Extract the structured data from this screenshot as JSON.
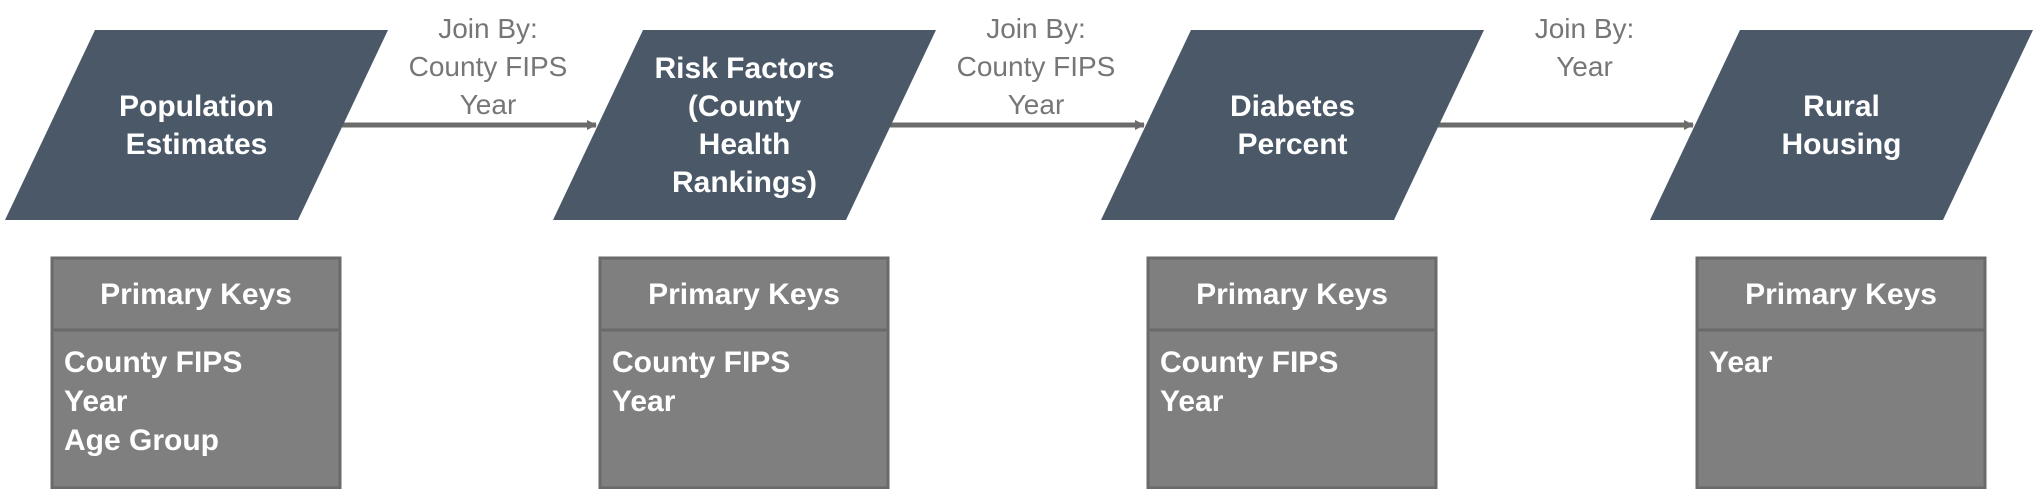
{
  "colors": {
    "node_fill": "#4a5868",
    "arrow": "#6b6b6b",
    "keys_fill": "#7f7f7f",
    "keys_border": "#6a6a6a",
    "join_text": "#767676",
    "white": "#ffffff"
  },
  "nodes": [
    {
      "label_lines": [
        "Population",
        "Estimates"
      ],
      "keys_header": "Primary Keys",
      "keys": [
        "County FIPS",
        "Year",
        "Age Group"
      ]
    },
    {
      "label_lines": [
        "Risk Factors",
        "(County",
        "Health",
        "Rankings)"
      ],
      "keys_header": "Primary Keys",
      "keys": [
        "County FIPS",
        "Year"
      ]
    },
    {
      "label_lines": [
        "Diabetes",
        "Percent"
      ],
      "keys_header": "Primary Keys",
      "keys": [
        "County FIPS",
        "Year"
      ]
    },
    {
      "label_lines": [
        "Rural",
        "Housing"
      ],
      "keys_header": "Primary Keys",
      "keys": [
        "Year"
      ]
    }
  ],
  "joins": [
    {
      "lines": [
        "Join By:",
        "County FIPS",
        "Year"
      ]
    },
    {
      "lines": [
        "Join By:",
        "County FIPS",
        "Year"
      ]
    },
    {
      "lines": [
        "Join By:",
        "Year"
      ]
    }
  ]
}
